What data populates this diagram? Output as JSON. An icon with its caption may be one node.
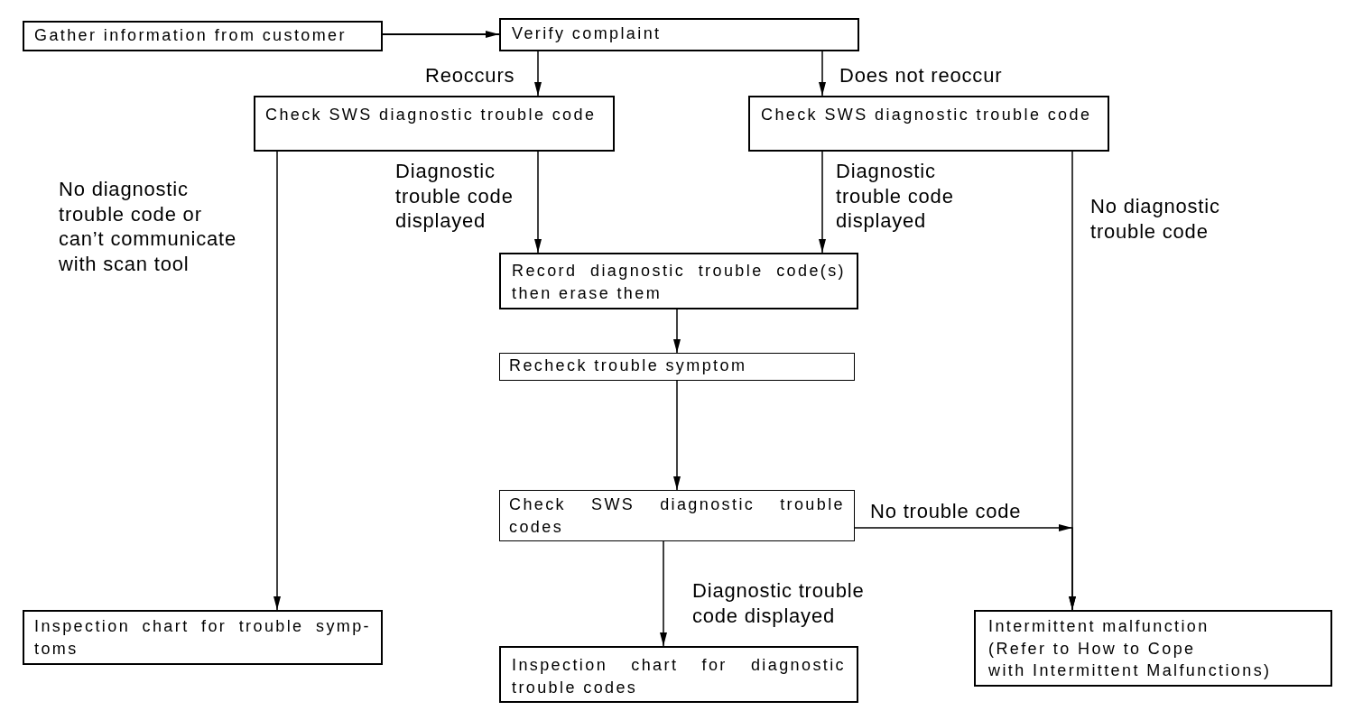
{
  "diagram": {
    "nodes": [
      {
        "text": [
          "Gather information from customer"
        ]
      },
      {
        "text": [
          "Verify complaint"
        ]
      },
      {
        "text": [
          "Check SWS diagnostic trouble code"
        ]
      },
      {
        "text": [
          "Check SWS diagnostic trouble code"
        ]
      },
      {
        "text": [
          "Record diagnostic trouble code(s) then erase them"
        ]
      },
      {
        "text": [
          "Recheck trouble symptom"
        ]
      },
      {
        "text": [
          "Check SWS diagnostic trouble codes"
        ]
      },
      {
        "text": [
          "Inspection chart for trouble symp- toms"
        ]
      },
      {
        "text": [
          "Inspection chart for diagnostic trouble codes"
        ]
      },
      {
        "text": [
          "Intermittent malfunction",
          "(Refer to How to Cope with Intermittent Malfunctions)"
        ]
      }
    ],
    "edges": [
      {
        "from": 0,
        "to": 1,
        "arrow": "to"
      },
      {
        "from": 1,
        "to": 2,
        "arrow": "to",
        "label": "Reoccurs"
      },
      {
        "from": 1,
        "to": 3,
        "arrow": "to",
        "label": "Does not reoccur"
      },
      {
        "from": 2,
        "to": 7,
        "arrow": "to",
        "label": "No diagnostic trouble code or can’t communicate with scan tool"
      },
      {
        "from": 2,
        "to": 4,
        "arrow": "to",
        "label": "Diagnostic trouble code displayed"
      },
      {
        "from": 3,
        "to": 4,
        "arrow": "to",
        "label": "Diagnostic trouble code displayed"
      },
      {
        "from": 3,
        "to": 9,
        "arrow": "to",
        "label": "No diagnostic trouble code"
      },
      {
        "from": 4,
        "to": 5,
        "arrow": "to"
      },
      {
        "from": 5,
        "to": 6,
        "arrow": "to"
      },
      {
        "from": 6,
        "to": 9,
        "arrow": "to",
        "label": "No trouble code"
      },
      {
        "from": 6,
        "to": 8,
        "arrow": "to",
        "label": "Diagnostic trouble code displayed"
      }
    ]
  }
}
